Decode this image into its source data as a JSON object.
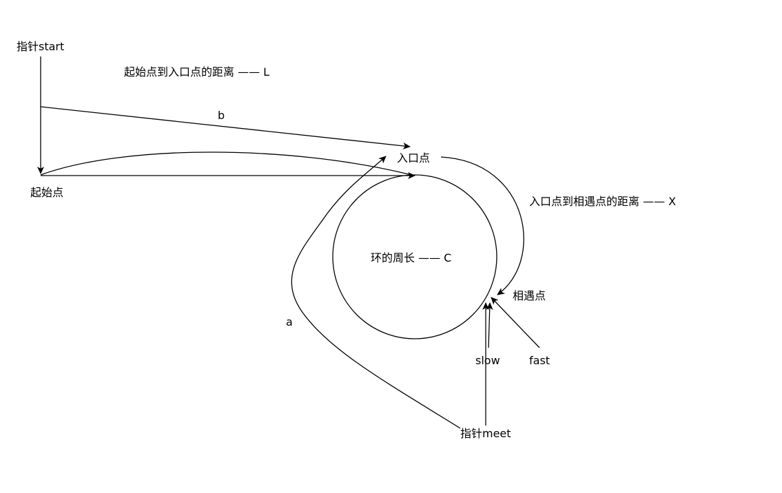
{
  "labels": {
    "pointer_start": "指针start",
    "start_point": "起始点",
    "distance_L": "起始点到入口点的距离 —— L",
    "b": "b",
    "entry_point": "入口点",
    "distance_X": "入口点到相遇点的距离 —— X",
    "cycle_length": "环的周长 —— C",
    "meet_point": "相遇点",
    "a": "a",
    "slow": "slow",
    "fast": "fast",
    "pointer_meet": "指针meet"
  },
  "colors": {
    "line": "#000000",
    "background": "#ffffff"
  }
}
